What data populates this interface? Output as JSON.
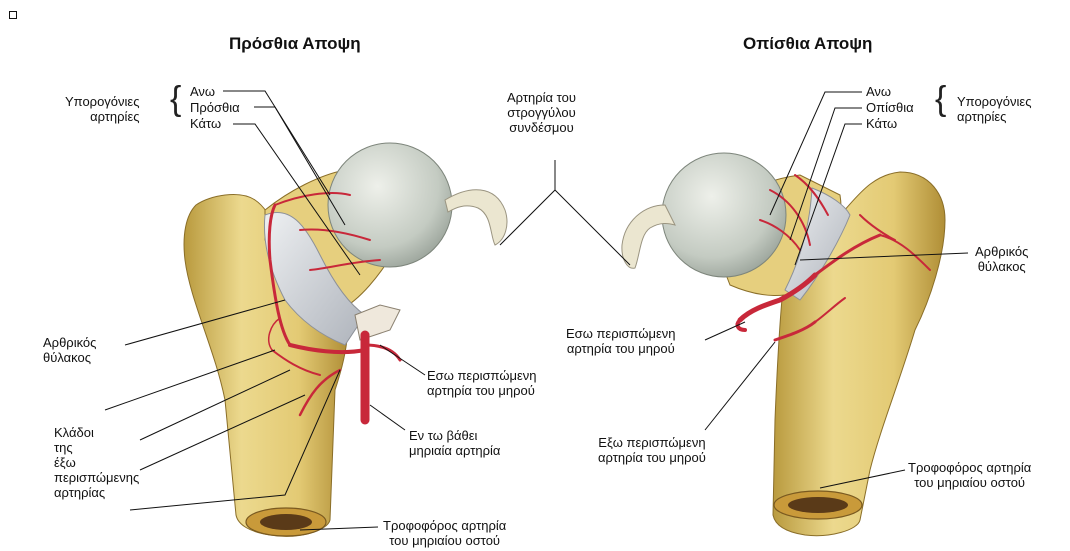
{
  "titles": {
    "anterior": "Πρόσθια Αποψη",
    "posterior": "Οπίσθια Αποψη"
  },
  "anterior": {
    "subcapsular_group": "Υπορογόνιες\nαρτηρίες",
    "branches": [
      "Ανω",
      "Πρόσθια",
      "Κάτω"
    ],
    "capsule": "Αρθρικός\nθύλακος",
    "lateral_branches": "Κλάδοι\nτης\nέξω\nπερισπώμενης\nαρτηρίας",
    "medial_circumflex": "Εσω περισπώμενη\nαρτηρία του μηρού",
    "deep_femoral": "Εν τω βάθει\nμηριαία αρτηρία",
    "nutrient": "Τροφοφόρος αρτηρία\nτου μηριαίου οστού"
  },
  "center": {
    "ligament_artery": "Αρτηρία του\nστρογγύλου\nσυνδέσμου"
  },
  "posterior": {
    "branches": [
      "Ανω",
      "Οπίσθια",
      "Κάτω"
    ],
    "subcapsular_group": "Υπορογόνιες\nαρτηρίες",
    "capsule": "Αρθρικός\nθύλακος",
    "medial_circumflex": "Εσω περισπώμενη\nαρτηρία του μηρού",
    "lateral_circumflex": "Εξω περισπώμενη\nαρτηρία του μηρού",
    "nutrient": "Τροφοφόρος αρτηρία\nτου μηριαίου οστού"
  },
  "colors": {
    "bone": "#e8d58a",
    "bone_shade": "#c9a94c",
    "cartilage": "#c9cfc6",
    "capsule": "#d9dbe0",
    "artery": "#c8283a",
    "ligament": "#e9e4cf",
    "leader": "#111111"
  }
}
